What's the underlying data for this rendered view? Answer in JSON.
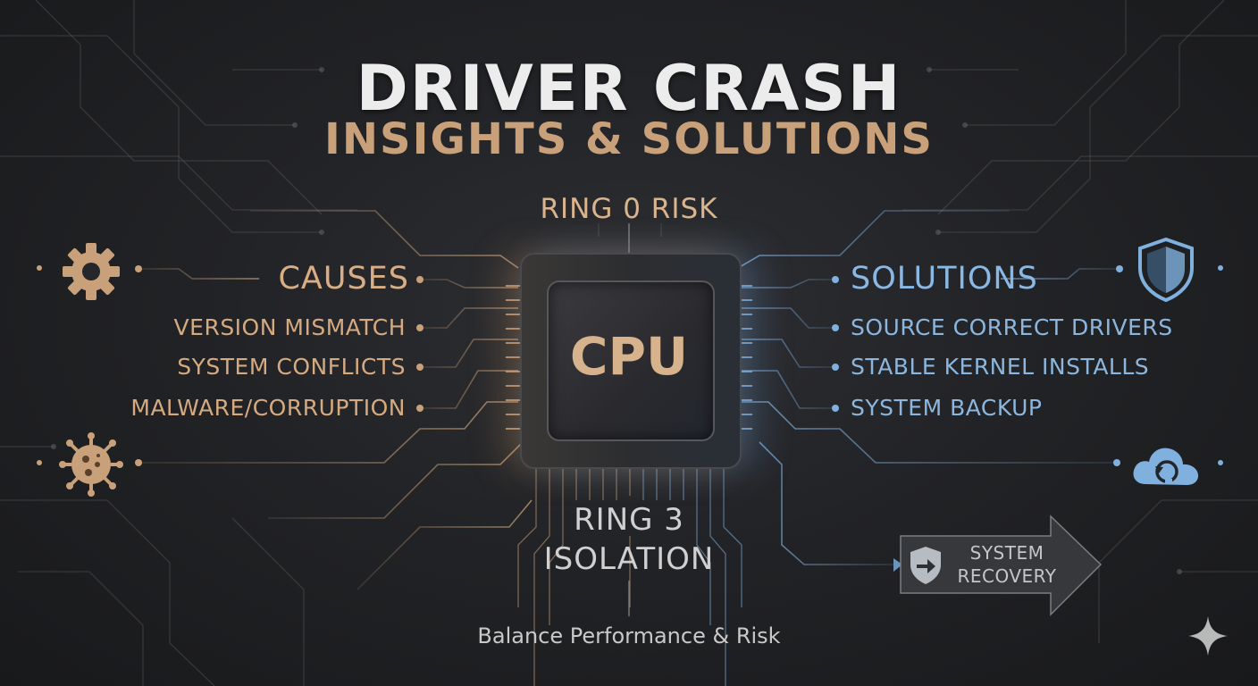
{
  "title": "DRIVER CRASH",
  "subtitle": "INSIGHTS & SOLUTIONS",
  "ring0_label": "RING 0 RISK",
  "ring3_label": [
    "RING 3",
    "ISOLATION"
  ],
  "chip_label": "CPU",
  "causes": {
    "heading": "CAUSES",
    "items": [
      "VERSION MISMATCH",
      "SYSTEM CONFLICTS",
      "MALWARE/CORRUPTION"
    ]
  },
  "solutions": {
    "heading": "SOLUTIONS",
    "items": [
      "SOURCE CORRECT DRIVERS",
      "STABLE KERNEL INSTALLS",
      "SYSTEM BACKUP"
    ]
  },
  "recovery": [
    "SYSTEM",
    "RECOVERY"
  ],
  "footer": "Balance Performance & Risk",
  "colors": {
    "warm": "#c8a07a",
    "cool": "#7fb0de",
    "background": "#222326",
    "title": "#ececec"
  },
  "icons": [
    "gear-icon",
    "virus-icon",
    "shield-icon",
    "cloud-sync-icon",
    "shield-arrow-icon",
    "sparkle-icon"
  ]
}
